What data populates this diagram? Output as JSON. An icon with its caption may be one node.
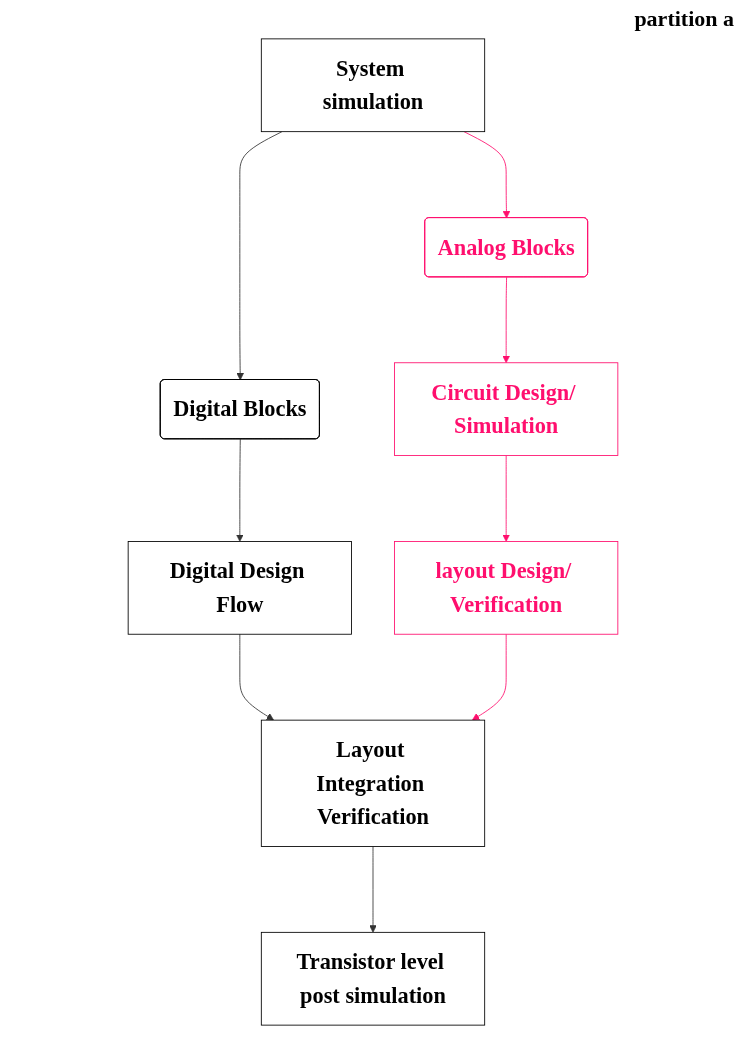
{
  "diagram": {
    "nodes": [
      {
        "text": [
          "System simulation"
        ]
      },
      {
        "text": [
          "Digital Blocks"
        ]
      },
      {
        "text": [
          "Analog Blocks"
        ]
      },
      {
        "text": [
          "Digital Design Flow"
        ]
      },
      {
        "text": [
          "Circuit Design/ Simulation"
        ]
      },
      {
        "text": [
          "layout Design/ Verification"
        ]
      },
      {
        "text": [
          "Layout Integration Verification"
        ]
      },
      {
        "text": [
          "Transistor level post simulation"
        ]
      }
    ],
    "edges": [
      {
        "from": 0,
        "to": 1,
        "arrow": "to"
      },
      {
        "from": 0,
        "to": 2,
        "arrow": "to",
        "color": "#ff0f6e"
      },
      {
        "from": 1,
        "to": 3,
        "arrow": "to"
      },
      {
        "from": 2,
        "to": 4,
        "arrow": "to",
        "color": "#ff0f6e"
      },
      {
        "from": 4,
        "to": 5,
        "arrow": "to",
        "color": "#ff0f6e"
      },
      {
        "from": 3,
        "to": 6,
        "arrow": "to"
      },
      {
        "from": 5,
        "to": 6,
        "arrow": "to",
        "color": "#ff0f6e"
      },
      {
        "from": 6,
        "to": 7,
        "arrow": "to"
      }
    ],
    "labels": [
      "partition a"
    ]
  }
}
